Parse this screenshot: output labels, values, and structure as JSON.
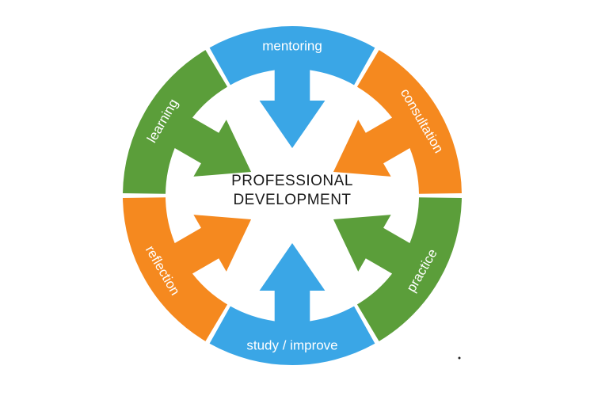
{
  "center": {
    "line1": "PROFESSIONAL",
    "line2": "DEVELOPMENT"
  },
  "segments": [
    {
      "id": "mentoring",
      "label": "mentoring",
      "color": "#3aa6e6"
    },
    {
      "id": "consultation",
      "label": "consultation",
      "color": "#f5891f"
    },
    {
      "id": "practice",
      "label": "practice",
      "color": "#5b9e3a"
    },
    {
      "id": "study-improve",
      "label": "study / improve",
      "color": "#3aa6e6"
    },
    {
      "id": "reflection",
      "label": "reflection",
      "color": "#f5891f"
    },
    {
      "id": "learning",
      "label": "learning",
      "color": "#5b9e3a"
    }
  ]
}
